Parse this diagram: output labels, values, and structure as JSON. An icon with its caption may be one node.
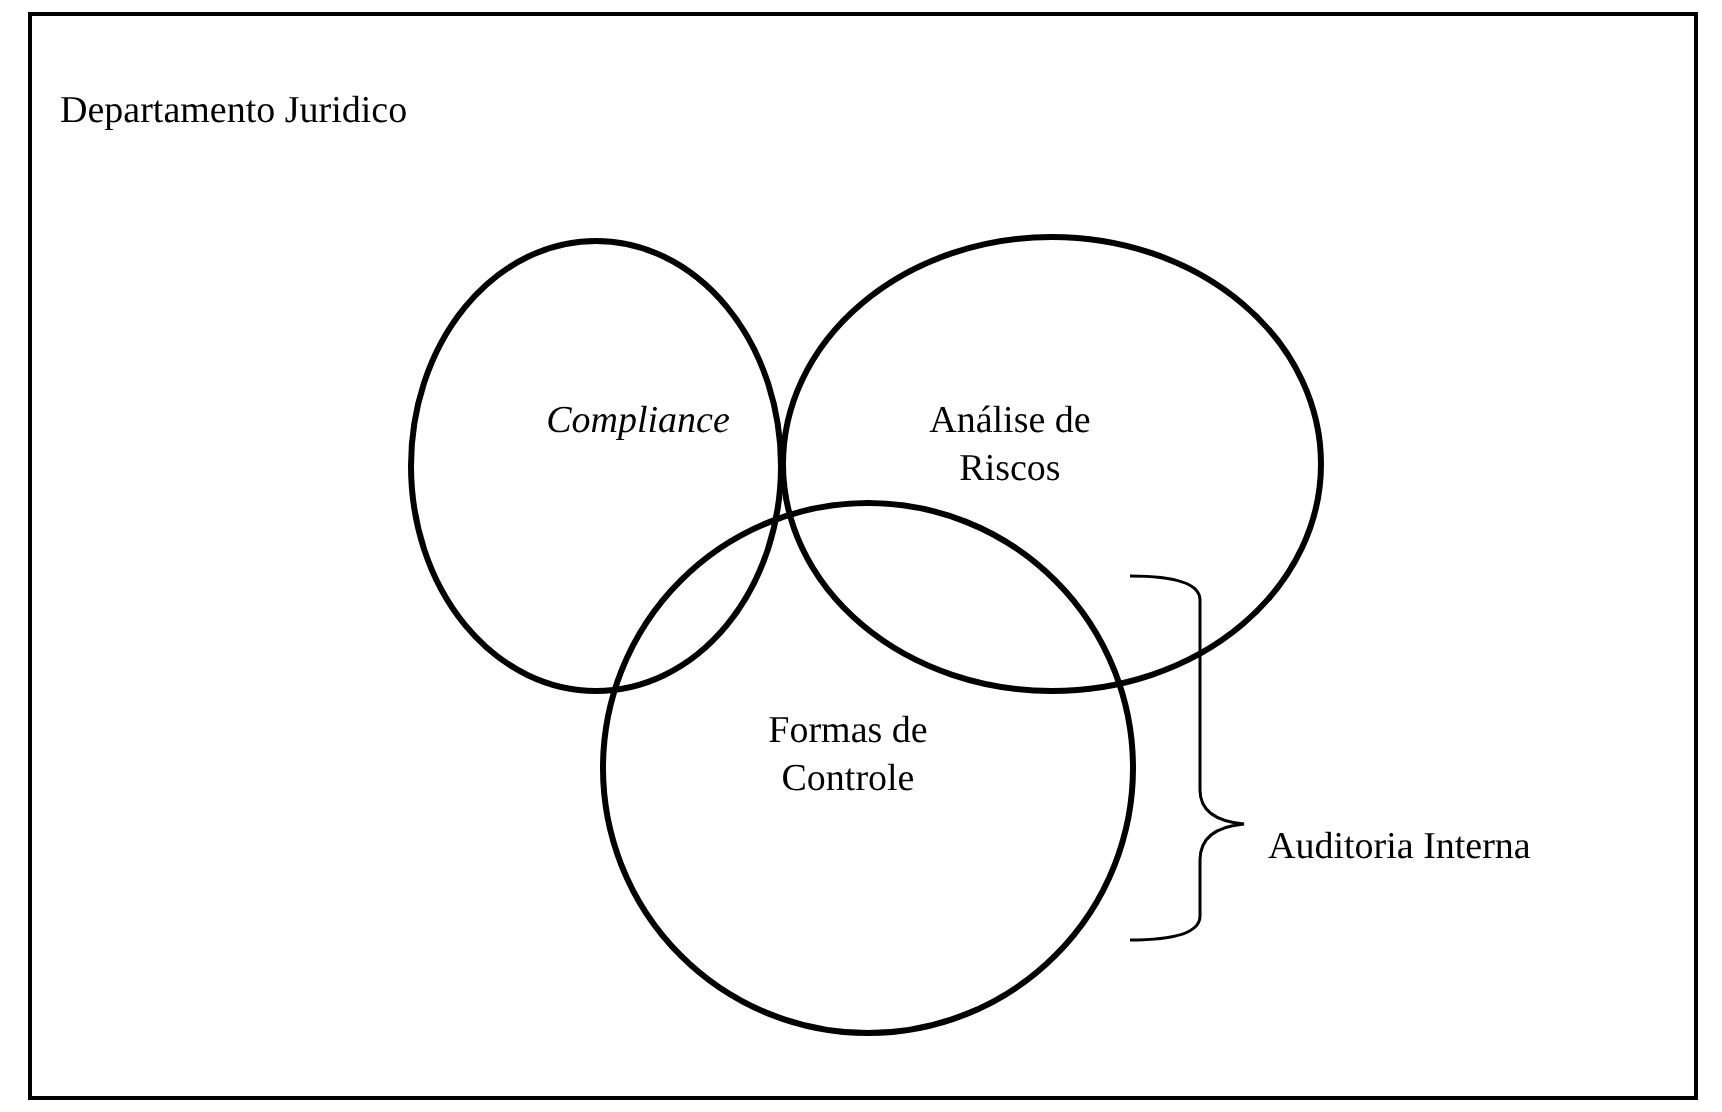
{
  "diagram": {
    "nodes": [
      {
        "text": [
          "Departamento Juridico"
        ]
      },
      {
        "text": [
          "Compliance"
        ],
        "in": 0
      },
      {
        "text": [
          "Análise de Riscos"
        ],
        "in": 0
      },
      {
        "text": [
          "Formas de Controle"
        ],
        "in": 0
      }
    ],
    "labels": [
      "Auditoria Interna"
    ]
  }
}
